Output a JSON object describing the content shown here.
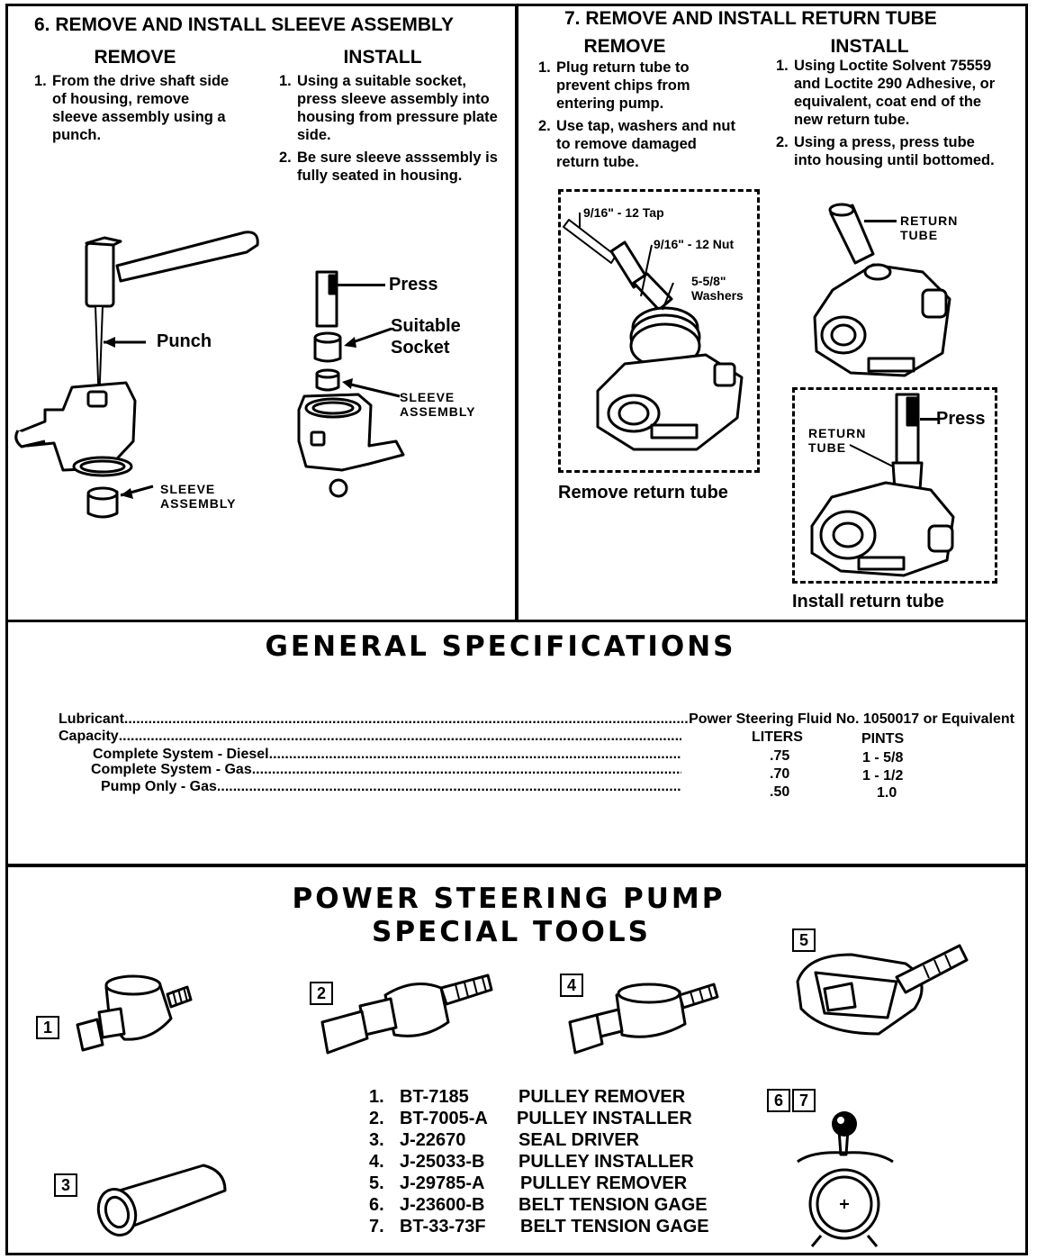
{
  "section6": {
    "title": "6. REMOVE AND INSTALL SLEEVE ASSEMBLY",
    "remove": {
      "heading": "REMOVE",
      "steps": [
        {
          "num": "1.",
          "text": "From the drive shaft side of housing, remove sleeve assembly using a punch."
        }
      ]
    },
    "install": {
      "heading": "INSTALL",
      "steps": [
        {
          "num": "1.",
          "text": "Using a suitable socket, press sleeve assembly into housing from pressure plate side."
        },
        {
          "num": "2.",
          "text": "Be sure sleeve asssembly is fully seated in housing."
        }
      ]
    },
    "labels": {
      "punch": "Punch",
      "sleeve_remove": "SLEEVE\nASSEMBLY",
      "press": "Press",
      "suitable_socket": "Suitable\nSocket",
      "sleeve_install": "SLEEVE\nASSEMBLY"
    }
  },
  "section7": {
    "title": "7. REMOVE AND INSTALL RETURN TUBE",
    "remove": {
      "heading": "REMOVE",
      "steps": [
        {
          "num": "1.",
          "text": "Plug return tube to prevent chips from entering pump."
        },
        {
          "num": "2.",
          "text": "Use tap, washers and nut to remove damaged return tube."
        }
      ]
    },
    "install": {
      "heading": "INSTALL",
      "steps": [
        {
          "num": "1.",
          "text": "Using Loctite Solvent 75559 and Loctite 290 Adhesive, or equivalent, coat end of the new return tube."
        },
        {
          "num": "2.",
          "text": "Using a press, press tube into housing until bottomed."
        }
      ]
    },
    "labels": {
      "tap": "9/16\" - 12 Tap",
      "nut": "9/16\" - 12 Nut",
      "washers": "5-5/8\"\nWashers",
      "return_tube_top": "RETURN\nTUBE",
      "return_tube_box": "RETURN\nTUBE",
      "press": "Press"
    },
    "captions": {
      "remove": "Remove return tube",
      "install": "Install return tube"
    }
  },
  "general_specs": {
    "title": "GENERAL SPECIFICATIONS",
    "lubricant_label": "Lubricant",
    "lubricant_value": "Power Steering Fluid No. 1050017 or Equivalent",
    "capacity_label": "Capacity",
    "col_liters": "LITERS",
    "col_pints": "PINTS",
    "rows": [
      {
        "label": "Complete System - Diesel",
        "liters": ".75",
        "pints": "1 - 5/8"
      },
      {
        "label": "Complete System - Gas",
        "liters": ".70",
        "pints": "1 - 1/2"
      },
      {
        "label": "Pump Only - Gas",
        "liters": ".50",
        "pints": "1.0"
      }
    ]
  },
  "special_tools": {
    "title_line1": "POWER STEERING PUMP",
    "title_line2": "SPECIAL TOOLS",
    "callouts": {
      "t1": "1",
      "t2": "2",
      "t3": "3",
      "t4": "4",
      "t5": "5",
      "t6": "6",
      "t7": "7"
    },
    "list": [
      {
        "num": "1.",
        "part": "BT-7185",
        "name": "PULLEY REMOVER"
      },
      {
        "num": "2.",
        "part": "BT-7005-A",
        "name": "PULLEY INSTALLER"
      },
      {
        "num": "3.",
        "part": "J-22670",
        "name": "SEAL DRIVER"
      },
      {
        "num": "4.",
        "part": "J-25033-B",
        "name": "PULLEY INSTALLER"
      },
      {
        "num": "5.",
        "part": "J-29785-A",
        "name": "PULLEY REMOVER"
      },
      {
        "num": "6.",
        "part": "J-23600-B",
        "name": "BELT TENSION GAGE"
      },
      {
        "num": "7.",
        "part": "BT-33-73F",
        "name": "BELT TENSION GAGE"
      }
    ]
  }
}
